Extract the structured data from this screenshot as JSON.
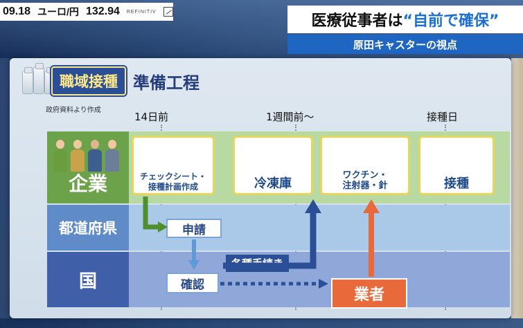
{
  "ticker": {
    "time": "09.18",
    "currency": "ユーロ/円",
    "rate": "132.94",
    "source": "REFINITIV"
  },
  "headline": {
    "main_prefix": "医療従事者は",
    "main_quote": "“自前で確保”",
    "sub": "原田キャスターの視点"
  },
  "board": {
    "title_chip": "職域接種",
    "title_rest": "準備工程",
    "source_note": "政府資料より作成",
    "timeline": [
      "14日前",
      "1週間前～",
      "接種日"
    ],
    "rows": {
      "kigyo": "企業",
      "pref": "都道府県",
      "kuni": "国"
    },
    "nodes": {
      "checksheet": "チェックシート・\n接種計画作成",
      "freezer": "冷凍庫",
      "vaccine": "ワクチン・\n注射器・針",
      "sesshu": "接種"
    },
    "pref_box": "申請",
    "kuni_box": "確認",
    "procedures": "各種手続き",
    "vendor": "業者"
  },
  "colors": {
    "accent_blue": "#1f66c2",
    "green_row": "#6ca24a",
    "vendor_orange": "#e86a3a",
    "navy": "#2b4f96"
  }
}
